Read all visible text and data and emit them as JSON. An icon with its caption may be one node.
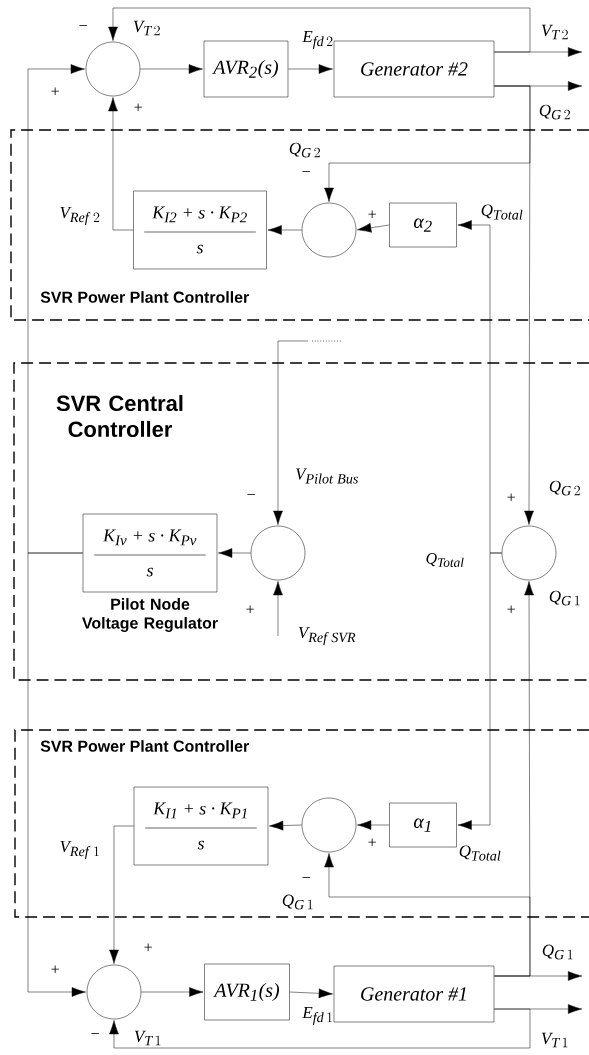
{
  "diagram": {
    "nodes": [
      {
        "text": [],
        "shape": "circle"
      },
      {
        "text": [
          "AVR$_{2}$(s)"
        ]
      },
      {
        "text": [
          "Generator #2"
        ]
      },
      {
        "text": [
          "SVR Power Plant Controller"
        ]
      },
      {
        "text": [
          "K$_{I2}$ + s · K$_{P2}$",
          "s"
        ],
        "in": 3
      },
      {
        "text": [],
        "shape": "circle",
        "in": 3
      },
      {
        "text": [
          "α$_{2}$"
        ],
        "in": 3
      },
      {
        "text": [
          "SVR Central Controller"
        ]
      },
      {
        "text": [
          "K$_{Iv}$ + s · K$_{Pv}$",
          "s"
        ],
        "in": 7,
        "beside": [
          "Pilot Node Voltage Regulator"
        ]
      },
      {
        "text": [],
        "shape": "circle",
        "in": 7
      },
      {
        "text": [],
        "shape": "circle",
        "in": 7
      },
      {
        "text": [
          "SVR Power Plant Controller"
        ]
      },
      {
        "text": [
          "K$_{I1}$ + s · K$_{P1}$",
          "s"
        ],
        "in": 11
      },
      {
        "text": [],
        "shape": "circle",
        "in": 11
      },
      {
        "text": [
          "α$_{1}$"
        ],
        "in": 11
      },
      {
        "text": [],
        "shape": "circle"
      },
      {
        "text": [
          "AVR$_{1}$(s)"
        ]
      },
      {
        "text": [
          "Generator #1"
        ]
      }
    ],
    "edges": [
      {
        "from": 0,
        "to": 1,
        "arrow": "to"
      },
      {
        "from": 1,
        "to": 2,
        "arrow": "to",
        "label": "E_{fd\\,2}"
      },
      {
        "from": 2,
        "to": null,
        "arrow": "to",
        "label": "V_{T\\,2}"
      },
      {
        "from": 2,
        "to": null,
        "arrow": "to",
        "label": "Q_{G\\,2}"
      },
      {
        "from": 2,
        "to": 0,
        "arrow": "to",
        "label": "V_{T\\,2}"
      },
      {
        "from": 2,
        "to": 5,
        "arrow": "to",
        "label": "Q_{G\\,2}"
      },
      {
        "from": 2,
        "to": 10,
        "arrow": "to",
        "label": "Q_{G\\,2}"
      },
      {
        "from": 4,
        "to": 0,
        "arrow": "to",
        "label": "V_{Ref\\ 2}"
      },
      {
        "from": 5,
        "to": 4,
        "arrow": "to"
      },
      {
        "from": 6,
        "to": 5,
        "arrow": "to"
      },
      {
        "from": 10,
        "to": 6,
        "arrow": "to",
        "label": "Q_{Total}"
      },
      {
        "from": 10,
        "to": 14,
        "arrow": "to",
        "label": "Q_{Total}"
      },
      {
        "from": 8,
        "to": 0,
        "arrow": "to"
      },
      {
        "from": 8,
        "to": 15,
        "arrow": "to"
      },
      {
        "from": 9,
        "to": 8,
        "arrow": "to"
      },
      {
        "from": null,
        "to": 9,
        "arrow": "to",
        "label": "V_{Pilot\\ Bus}"
      },
      {
        "from": null,
        "to": 9,
        "arrow": "to",
        "label": "V_{Ref\\ SVR}"
      },
      {
        "from": 17,
        "to": 10,
        "arrow": "to",
        "label": "Q_{G\\,1}"
      },
      {
        "from": 17,
        "to": 13,
        "arrow": "to",
        "label": "Q_{G\\,1}"
      },
      {
        "from": 14,
        "to": 13,
        "arrow": "to"
      },
      {
        "from": 13,
        "to": 12,
        "arrow": "to"
      },
      {
        "from": 12,
        "to": 15,
        "arrow": "to",
        "label": "V_{Ref\\ 1}"
      },
      {
        "from": 15,
        "to": 16,
        "arrow": "to"
      },
      {
        "from": 16,
        "to": 17,
        "arrow": "to",
        "label": "E_{fd\\,1}"
      },
      {
        "from": 17,
        "to": null,
        "arrow": "to",
        "label": "Q_{G\\,1}"
      },
      {
        "from": 17,
        "to": null,
        "arrow": "to",
        "label": "V_{T\\,1}"
      },
      {
        "from": 17,
        "to": 15,
        "arrow": "to",
        "label": "V_{T\\,1}"
      }
    ],
    "labels": [
      "−",
      "+",
      "+",
      "−",
      "+",
      "−",
      "+",
      "Q$_{Total}$",
      "+",
      "+",
      "+",
      "−",
      "+",
      "+",
      "−"
    ]
  }
}
